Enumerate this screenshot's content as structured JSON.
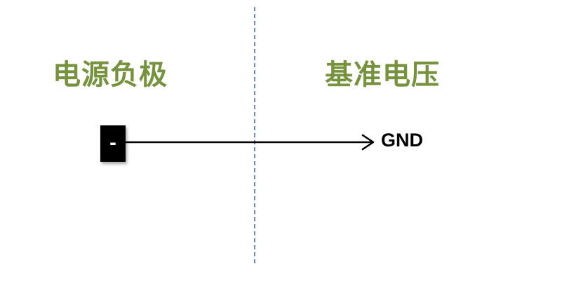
{
  "headings": {
    "left": "电源负极",
    "right": "基准电压"
  },
  "terminal": {
    "sign": "-"
  },
  "arrow_target_label": "GND",
  "colors": {
    "heading": "#76923c",
    "divider": "#6f8fb8",
    "terminal": "#000000",
    "arrow": "#000000"
  }
}
